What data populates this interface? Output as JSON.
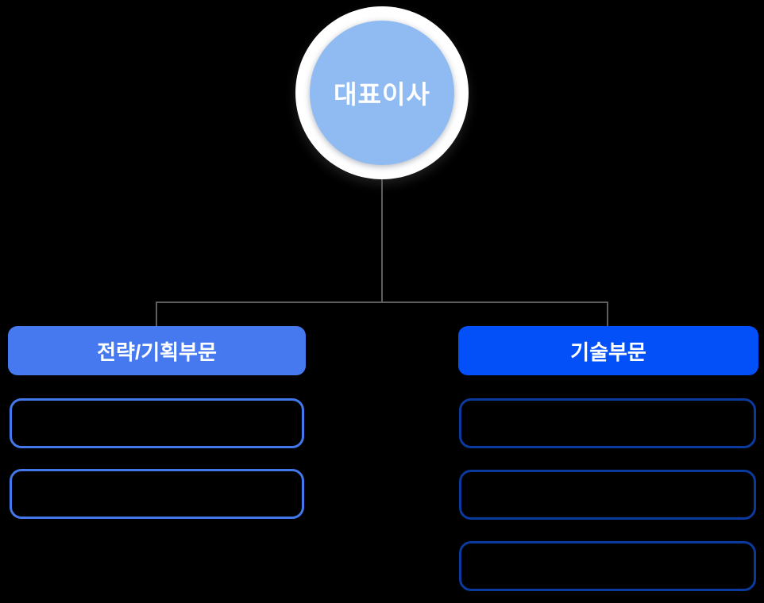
{
  "canvas": {
    "background": "#000000",
    "connector_color": "#5E5E5E"
  },
  "root_node": {
    "label": "대표이사",
    "circle_fill": "#90BBF2",
    "ring_color": "#FFFFFF",
    "text_color": "#FFFFFF"
  },
  "branches": {
    "left": {
      "label": "전략/기획부문",
      "header_fill": "#4679F0",
      "header_text_color": "#FFFFFF",
      "slot_border_color": "#4377EC",
      "empty_slot_count": 2
    },
    "right": {
      "label": "기술부문",
      "header_fill": "#0350F8",
      "header_text_color": "#FFFFFF",
      "slot_border_color": "#0B3A9E",
      "empty_slot_count": 3
    }
  }
}
